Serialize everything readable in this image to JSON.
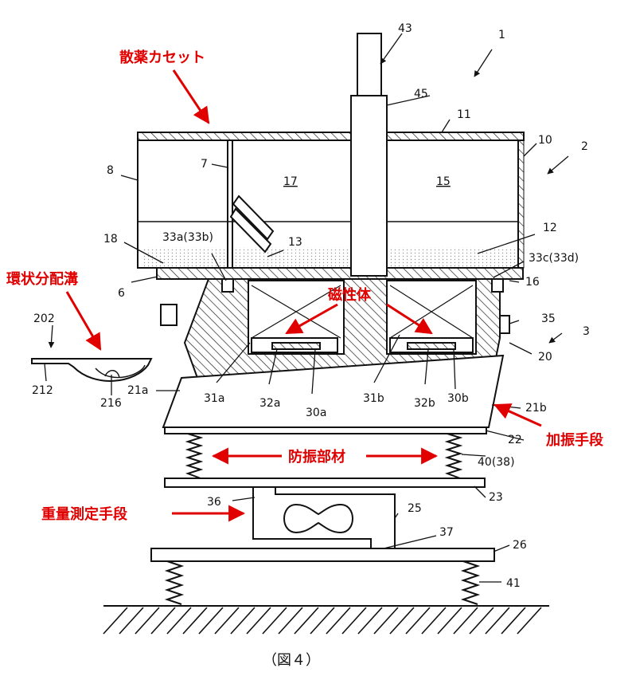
{
  "caption": "（図４）",
  "annotations": {
    "dispenser_cassette": "散薬カセット",
    "annular_groove": "環状分配溝",
    "magnetic_body": "磁性体",
    "vibration_isolator": "防振部材",
    "vibrating_means": "加振手段",
    "weighing_means": "重量測定手段"
  },
  "ref_numbers": {
    "n43": "43",
    "n1": "1",
    "n45": "45",
    "n11": "11",
    "n10": "10",
    "n2": "2",
    "n8": "8",
    "n7": "7",
    "n17": "17",
    "n15": "15",
    "n12": "12",
    "n33a": "33a(33b)",
    "n18": "18",
    "n13": "13",
    "n33c": "33c(33d)",
    "n6": "6",
    "n16": "16",
    "n35": "35",
    "n3": "3",
    "n20": "20",
    "n202": "202",
    "n212": "212",
    "n216": "216",
    "n21a": "21a",
    "n31a": "31a",
    "n32a": "32a",
    "n30a": "30a",
    "n31b": "31b",
    "n32b": "32b",
    "n30b": "30b",
    "n21b": "21b",
    "n22": "22",
    "n40": "40(38)",
    "n23": "23",
    "n36": "36",
    "n25": "25",
    "n37": "37",
    "n26": "26",
    "n41": "41"
  },
  "colors": {
    "line": "#111111",
    "annotation": "#e00000"
  }
}
